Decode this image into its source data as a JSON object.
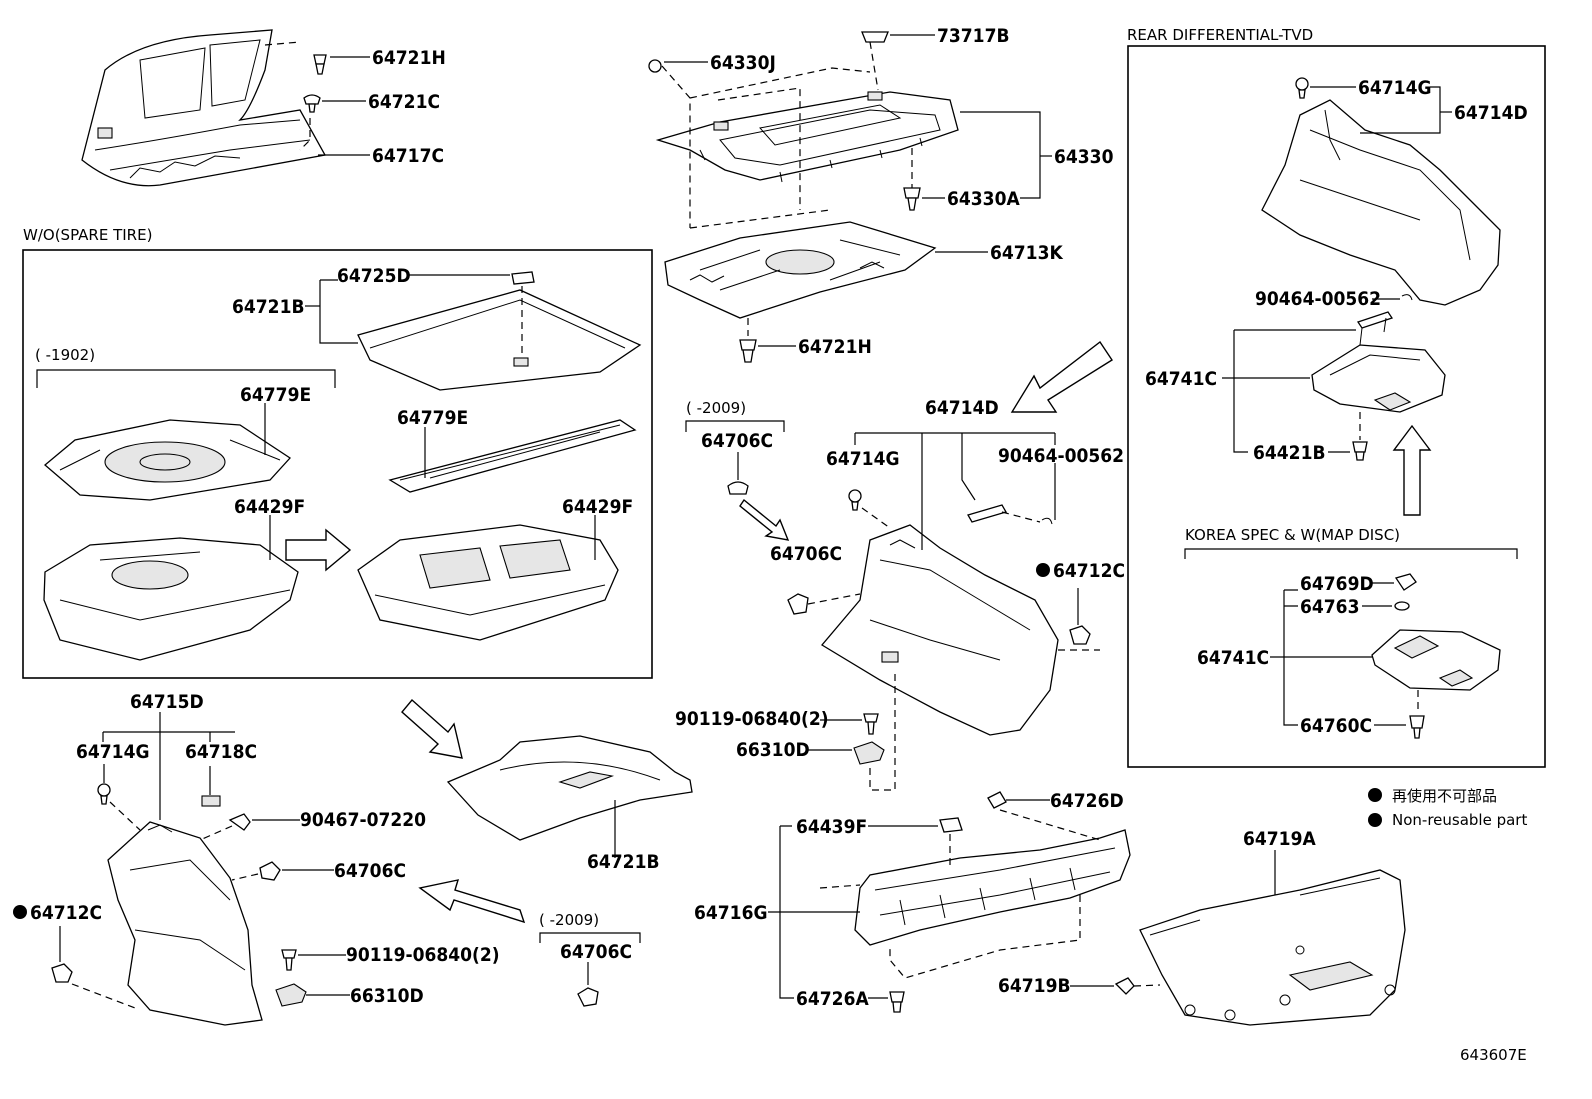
{
  "sections": {
    "rear_differential": "REAR DIFFERENTIAL-TVD",
    "without_spare_tire": "W/O(SPARE TIRE)",
    "korea_spec": "KOREA SPEC & W(MAP DISC)",
    "until_1902": "(      -1902)",
    "until_2009_a": "(      -2009)",
    "until_2009_b": "(      -2009)"
  },
  "parts": {
    "p64721H_a": "64721H",
    "p64721C": "64721C",
    "p64717C": "64717C",
    "p64330J": "64330J",
    "p73717B": "73717B",
    "p64330": "64330",
    "p64330A": "64330A",
    "p64713K": "64713K",
    "p64721H_b": "64721H",
    "p64714D_top": "64714D",
    "p64714G_top": "64714G",
    "p90464_top": "90464-00562",
    "p64741C_top": "64741C",
    "p64421B": "64421B",
    "p64725D": "64725D",
    "p64721B_top": "64721B",
    "p64779E_a": "64779E",
    "p64779E_b": "64779E",
    "p64429F_a": "64429F",
    "p64429F_b": "64429F",
    "p64706C_mid": "64706C",
    "p64706C_mid2": "64706C",
    "p64714D_mid": "64714D",
    "p64714G_mid": "64714G",
    "p90464_mid": "90464-00562",
    "p64712C_mid": "64712C",
    "p90119_mid": "90119-06840(2)",
    "p66310D_mid": "66310D",
    "p64769D": "64769D",
    "p64763": "64763",
    "p64741C_bot": "64741C",
    "p64760C": "64760C",
    "p64715D": "64715D",
    "p64714G_left": "64714G",
    "p64718C": "64718C",
    "p90467": "90467-07220",
    "p64706C_left": "64706C",
    "p64712C_left": "64712C",
    "p90119_left": "90119-06840(2)",
    "p66310D_left": "66310D",
    "p64721B_bot": "64721B",
    "p64706C_bot": "64706C",
    "p64726D": "64726D",
    "p64439F": "64439F",
    "p64716G": "64716G",
    "p64726A": "64726A",
    "p64719A": "64719A",
    "p64719B": "64719B"
  },
  "legend": {
    "japanese": "再使用不可部品",
    "english": "Non-reusable part"
  },
  "figure_id": "643607E"
}
